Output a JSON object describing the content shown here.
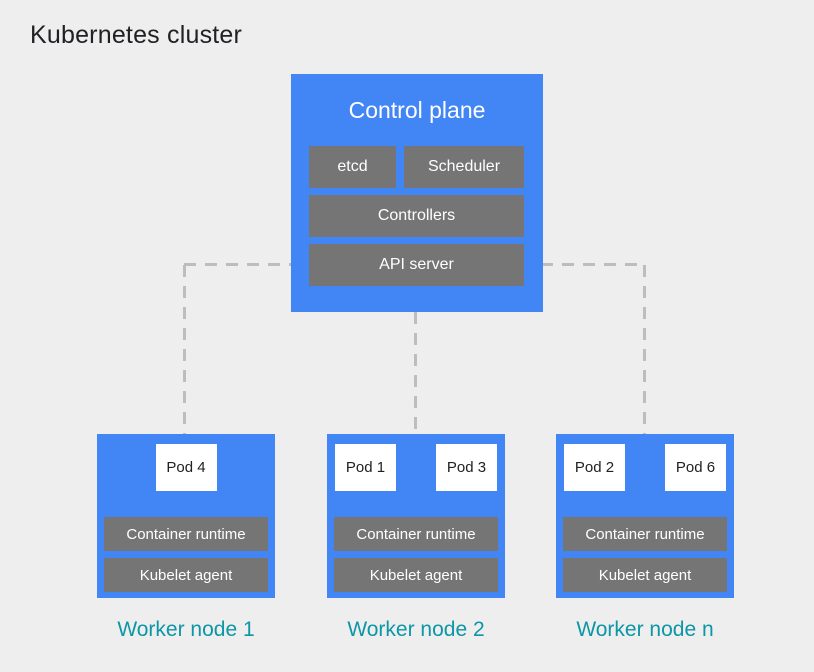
{
  "title": "Kubernetes cluster",
  "colors": {
    "background": "#EEEEEE",
    "node_blue": "#4285F4",
    "component_gray": "#757575",
    "pod_white": "#FFFFFF",
    "connector_gray": "#BDBDBD",
    "worker_label_teal": "#0D96A6",
    "title_text": "#202124"
  },
  "control_plane": {
    "title": "Control plane",
    "components": [
      "etcd",
      "Scheduler",
      "Controllers",
      "API server"
    ]
  },
  "workers": [
    {
      "label": "Worker node 1",
      "pods": [
        "Pod 4"
      ],
      "components": [
        "Container runtime",
        "Kubelet agent"
      ]
    },
    {
      "label": "Worker node 2",
      "pods": [
        "Pod 1",
        "Pod 3"
      ],
      "components": [
        "Container runtime",
        "Kubelet agent"
      ]
    },
    {
      "label": "Worker node n",
      "pods": [
        "Pod 2",
        "Pod 6"
      ],
      "components": [
        "Container runtime",
        "Kubelet agent"
      ]
    }
  ]
}
